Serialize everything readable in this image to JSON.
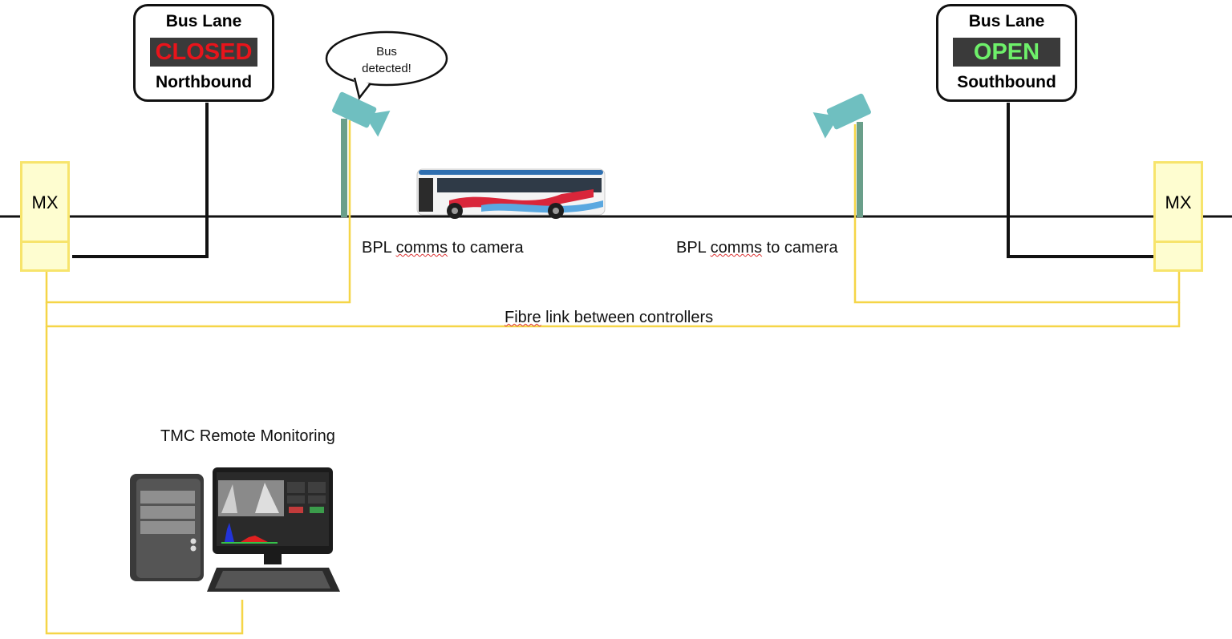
{
  "signs": [
    {
      "id": "north",
      "title": "Bus Lane",
      "status": "CLOSED",
      "direction": "Northbound",
      "status_color": "#e8141b"
    },
    {
      "id": "south",
      "title": "Bus Lane",
      "status": "OPEN",
      "direction": "Southbound",
      "status_color": "#6ef06a"
    }
  ],
  "controllers": {
    "left_label": "MX",
    "right_label": "MX"
  },
  "speech_bubble": {
    "text_line1": "Bus",
    "text_line2": "detected!"
  },
  "labels": {
    "bpl_left_prefix": "BPL ",
    "bpl_left_underlined": "comms",
    "bpl_left_suffix": " to camera",
    "bpl_right_prefix": "BPL ",
    "bpl_right_underlined": "comms",
    "bpl_right_suffix": " to camera",
    "fibre_underlined": "Fibre",
    "fibre_suffix": " link between controllers",
    "tmc": "TMC Remote Monitoring"
  },
  "colors": {
    "road": "#111111",
    "fibre": "#f5d547",
    "camera": "#6fbfc0",
    "pole": "#6a9f8a",
    "controller_fill": "#fefdd0",
    "panel": "#3a3a3a"
  }
}
